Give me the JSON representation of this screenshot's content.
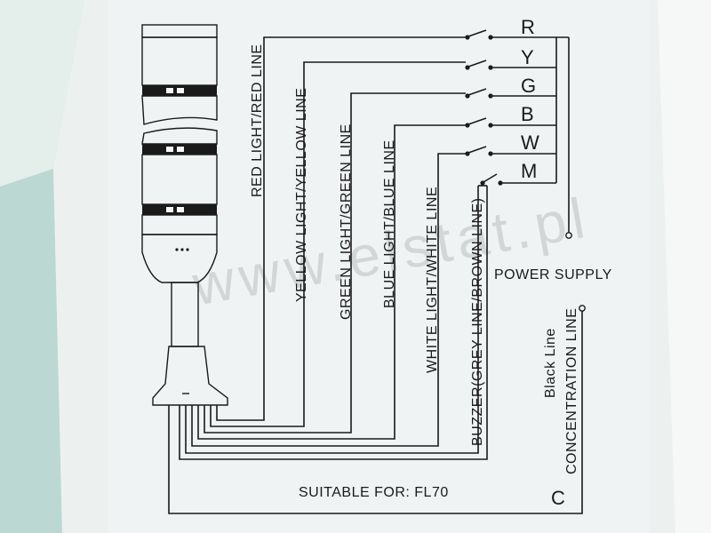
{
  "watermark": "www.elstat.pl",
  "wire_labels": {
    "red": "RED LIGHT/RED LINE",
    "yellow": "YELLOW LIGHT/YELLOW LINE",
    "green": "GREEN LIGHT/GREEN LINE",
    "blue": "BLUE LIGHT/BLUE LINE",
    "white": "WHITE LIGHT/WHITE LINE",
    "buzzer": "BUZZER(GREY LINE/BROWN LINE)",
    "black_1": "Black Line",
    "black_2": "CONCENTRATION LINE"
  },
  "terminals": [
    "R",
    "Y",
    "G",
    "B",
    "W",
    "M"
  ],
  "common_terminal": "C",
  "power_supply": "POWER SUPPLY",
  "suitable_for": "SUITABLE FOR: FL70"
}
